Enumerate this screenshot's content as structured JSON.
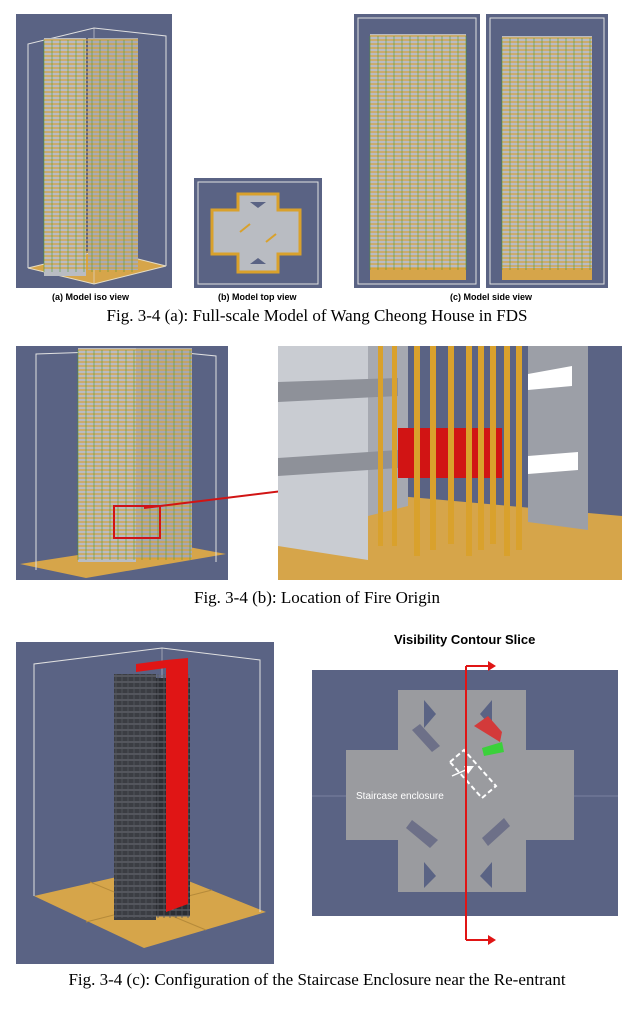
{
  "figure_a": {
    "labels": {
      "iso": "(a) Model iso view",
      "top": "(b) Model top view",
      "side": "(c) Model side view"
    },
    "caption": "Fig. 3-4 (a): Full-scale Model of Wang Cheong House in FDS"
  },
  "figure_b": {
    "caption": "Fig. 3-4 (b): Location of Fire Origin"
  },
  "figure_c": {
    "slice_title": "Visibility Contour Slice",
    "staircase_label": "Staircase enclosure",
    "caption": "Fig. 3-4 (c): Configuration of the Staircase Enclosure near the Re-entrant"
  },
  "colors": {
    "background": "#5a6384",
    "scaffold": "#d9a12c",
    "facade": "#b9bcc2",
    "netting": "#4e9a2c",
    "fire": "#d11414",
    "ground": "#d6a54a"
  }
}
